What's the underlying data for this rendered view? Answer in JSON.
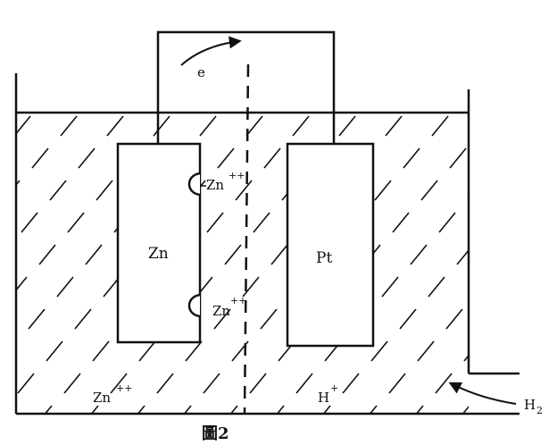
{
  "diagram": {
    "electron_label": "e",
    "zinc_electrode_label": "Zn",
    "platinum_electrode_label": "Pt",
    "zinc_ion_upper": "Zn",
    "zinc_ion_upper_charge": "++",
    "zinc_ion_lower": "Zn",
    "zinc_ion_lower_charge": "++",
    "zinc_ion_solution": "Zn",
    "zinc_ion_solution_charge": "++",
    "hydrogen_ion": "H",
    "hydrogen_ion_charge": "+",
    "hydrogen_gas": "H",
    "hydrogen_gas_sub": "2",
    "caption": "圖2"
  },
  "colors": {
    "ink": "#111111",
    "background": "#ffffff"
  }
}
